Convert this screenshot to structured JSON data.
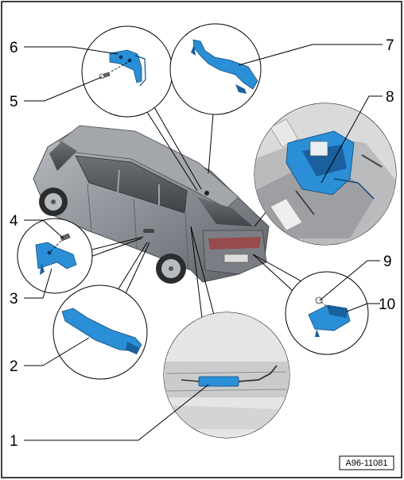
{
  "figure_ref": "A96-11081",
  "callouts": [
    {
      "id": "1",
      "label": "1"
    },
    {
      "id": "2",
      "label": "2"
    },
    {
      "id": "3",
      "label": "3"
    },
    {
      "id": "4",
      "label": "4"
    },
    {
      "id": "5",
      "label": "5"
    },
    {
      "id": "6",
      "label": "6"
    },
    {
      "id": "7",
      "label": "7"
    },
    {
      "id": "8",
      "label": "8"
    },
    {
      "id": "9",
      "label": "9"
    },
    {
      "id": "10",
      "label": "10"
    }
  ],
  "colors": {
    "part_blue": "#2a8fd6",
    "part_dark": "#1a5f9e",
    "car_grey": "#8a8d93",
    "detail_bg": "#e9e9e9",
    "frame": "#000000"
  }
}
